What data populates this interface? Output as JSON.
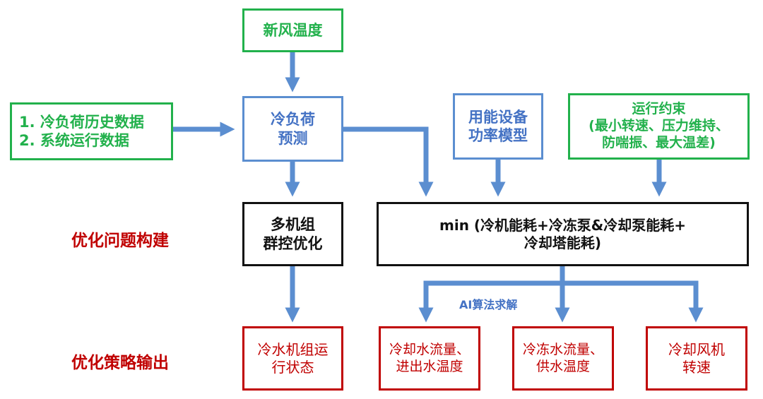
{
  "inputs": {
    "fresh_air_temp": "新风温度",
    "history": {
      "line1": "1.  冷负荷历史数据",
      "line2": "2.  系统运行数据"
    },
    "equipment_model": {
      "line1": "用能设备",
      "line2": "功率模型"
    },
    "constraints": {
      "line1": "运行约束",
      "line2": "(最小转速、压力维持、",
      "line3": "防喘振、最大温差)"
    }
  },
  "prediction": {
    "line1": "冷负荷",
    "line2": "预测"
  },
  "optimization": {
    "group_control": {
      "line1": "多机组",
      "line2": "群控优化"
    },
    "objective": {
      "line1": "min (冷机能耗+冷冻泵&冷却泵能耗+",
      "line2": "冷却塔能耗)"
    },
    "solver_label": "AI算法求解"
  },
  "outputs": {
    "chiller_status": {
      "line1": "冷水机组运",
      "line2": "行状态"
    },
    "cooling_water": {
      "line1": "冷却水流量、",
      "line2": "进出水温度"
    },
    "chilled_water": {
      "line1": "冷冻水流量、",
      "line2": "供水温度"
    },
    "cooling_fan": {
      "line1": "冷却风机",
      "line2": "转速"
    }
  },
  "side_labels": {
    "problem_build": "优化问题构建",
    "strategy_output": "优化策略输出"
  },
  "colors": {
    "green": "#22b14c",
    "blue": "#5b8ed0",
    "blue_text": "#4472c4",
    "black": "#111111",
    "red": "#c00000"
  }
}
